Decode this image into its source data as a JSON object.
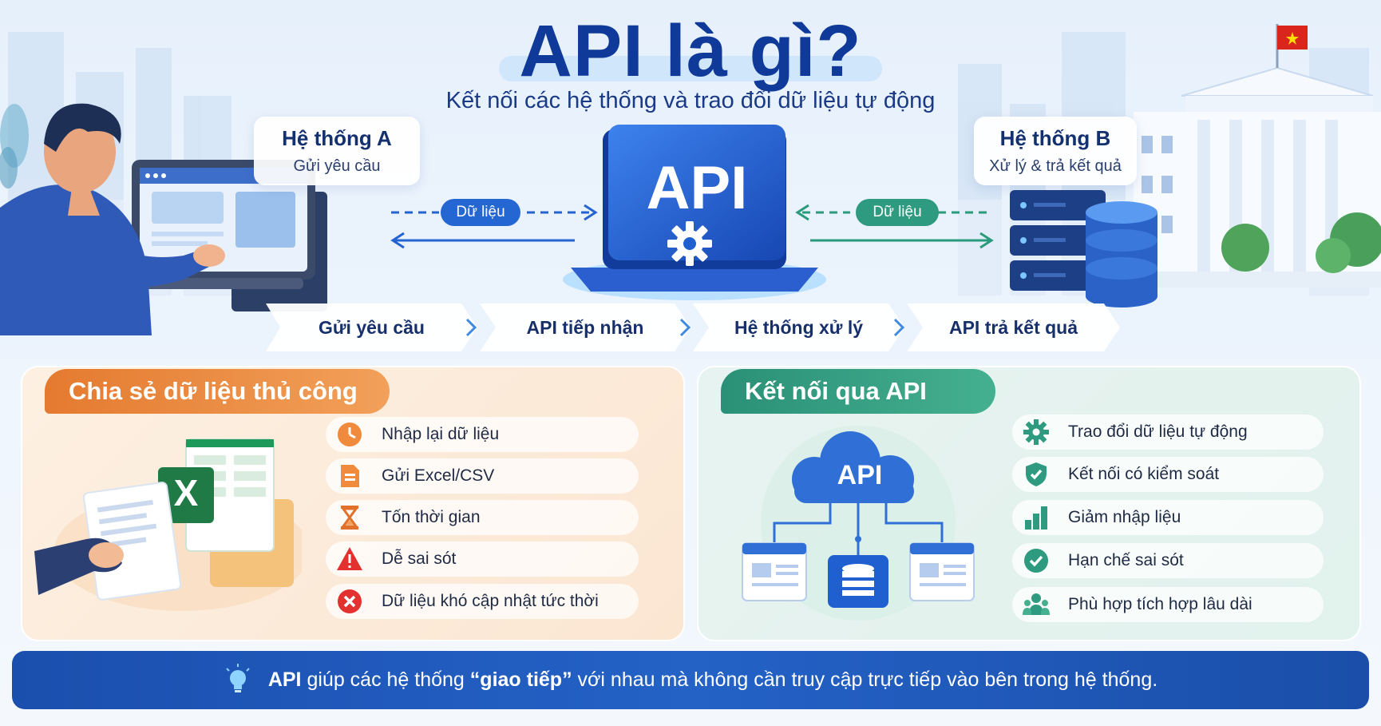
{
  "header": {
    "title": "API là gì?",
    "subtitle": "Kết nối các hệ thống và trao đổi dữ liệu tự động"
  },
  "system_a": {
    "title": "Hệ thống A",
    "subtitle": "Gửi yêu cầu"
  },
  "system_b": {
    "title": "Hệ thống B",
    "subtitle": "Xử lý & trả kết quả"
  },
  "center": {
    "api_label": "API"
  },
  "flows": {
    "left_data_label": "Dữ liệu",
    "right_data_label": "Dữ liệu"
  },
  "process": [
    {
      "label": "Gửi yêu cầu"
    },
    {
      "label": "API tiếp nhận"
    },
    {
      "label": "Hệ thống xử lý"
    },
    {
      "label": "API trả kết quả"
    }
  ],
  "manual_panel": {
    "title": "Chia sẻ dữ liệu thủ công",
    "excel_label": "X",
    "items": [
      {
        "label": "Nhập lại dữ liệu",
        "icon": "clock-icon"
      },
      {
        "label": "Gửi Excel/CSV",
        "icon": "document-icon"
      },
      {
        "label": "Tốn thời gian",
        "icon": "hourglass-icon"
      },
      {
        "label": "Dễ sai sót",
        "icon": "warning-icon"
      },
      {
        "label": "Dữ liệu khó cập nhật tức thời",
        "icon": "error-icon"
      }
    ]
  },
  "api_panel": {
    "title": "Kết nối qua API",
    "cloud_label": "API",
    "items": [
      {
        "label": "Trao đổi dữ liệu tự động",
        "icon": "gear-icon"
      },
      {
        "label": "Kết nối có kiểm soát",
        "icon": "shield-check-icon"
      },
      {
        "label": "Giảm nhập liệu",
        "icon": "bar-chart-icon"
      },
      {
        "label": "Hạn chế sai sót",
        "icon": "check-circle-icon"
      },
      {
        "label": "Phù hợp tích hợp lâu dài",
        "icon": "users-icon"
      }
    ]
  },
  "footer": {
    "lead": "API",
    "text_1": " giúp các hệ thống ",
    "quoted": "“giao tiếp”",
    "text_2": " với nhau mà không cần truy cập trực tiếp vào bên trong hệ thống."
  },
  "colors": {
    "navy": "#0f3a9a",
    "api_blue": "#1f5fd0",
    "orange": "#e8843a",
    "teal": "#2e9a7f",
    "red": "#e2312f",
    "flag_red": "#da251d"
  }
}
